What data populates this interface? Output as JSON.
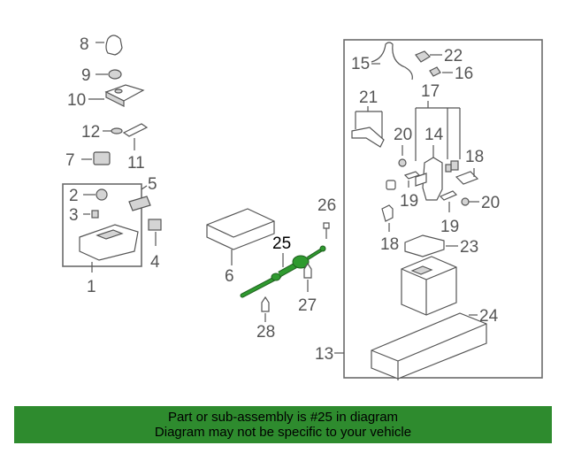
{
  "callouts": {
    "c1": "1",
    "c2": "2",
    "c3": "3",
    "c4": "4",
    "c5": "5",
    "c6": "6",
    "c7": "7",
    "c8": "8",
    "c9": "9",
    "c10": "10",
    "c11": "11",
    "c12": "12",
    "c13": "13",
    "c14": "14",
    "c15": "15",
    "c16": "16",
    "c17": "17",
    "c18a": "18",
    "c18b": "18",
    "c19a": "19",
    "c19b": "19",
    "c20a": "20",
    "c20b": "20",
    "c21": "21",
    "c22": "22",
    "c23": "23",
    "c24": "24",
    "c25": "25",
    "c26": "26",
    "c27": "27",
    "c28": "28"
  },
  "highlighted_part": "25",
  "banner": {
    "line1": "Part or sub-assembly is #25 in diagram",
    "line2": "Diagram may not be specific to your vehicle"
  },
  "colors": {
    "highlight_part": "#2f9a2f",
    "banner_background": "#2e8b2e"
  }
}
